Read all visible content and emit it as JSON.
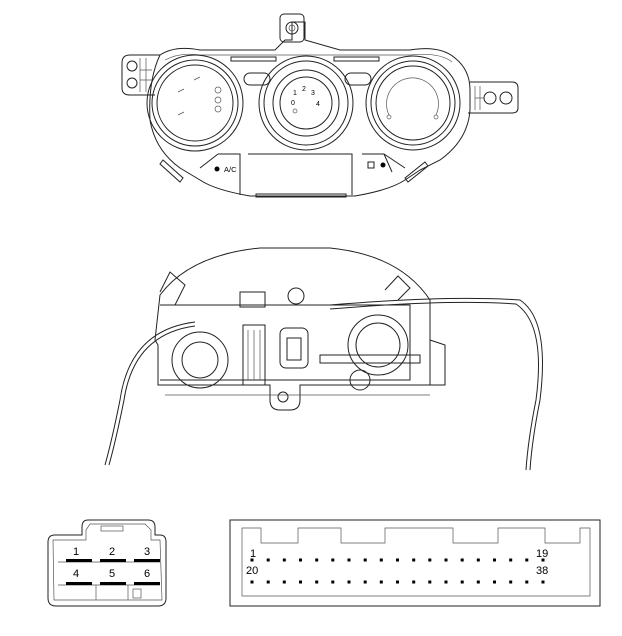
{
  "control_panel": {
    "fan_speed_labels": [
      "0",
      "1",
      "2",
      "3",
      "4"
    ],
    "ac_button_label": "A/C"
  },
  "connector_6pin": {
    "pins": [
      "1",
      "2",
      "3",
      "4",
      "5",
      "6"
    ]
  },
  "connector_38pin": {
    "pin_count_per_row": 19,
    "row1_first": "1",
    "row1_last": "19",
    "row2_first": "20",
    "row2_last": "38"
  }
}
